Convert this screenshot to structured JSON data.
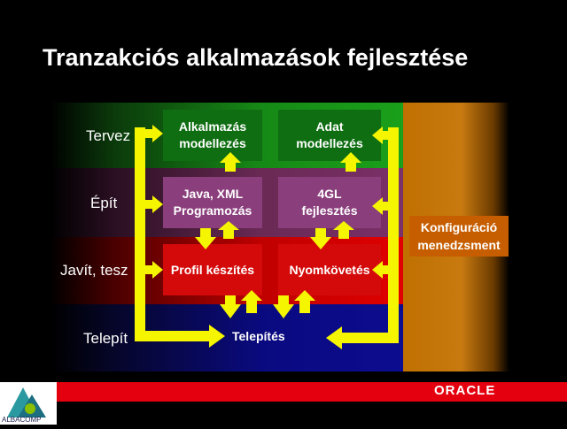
{
  "title": "Tranzakciós alkalmazások fejlesztése",
  "rows": {
    "tervez": "Tervez",
    "epit": "Épít",
    "javit": "Javít, tesz",
    "telepit": "Telepít"
  },
  "boxes": {
    "alkalmazas_line1": "Alkalmazás",
    "alkalmazas_line2": "modellezés",
    "adat_line1": "Adat",
    "adat_line2": "modellezés",
    "java_line1": "Java, XML",
    "java_line2": "Programozás",
    "gl_line1": "4GL",
    "gl_line2": "fejlesztés",
    "profil": "Profil készítés",
    "nyom": "Nyomkövetés",
    "telepites": "Telepítés"
  },
  "config": {
    "line1": "Konfiguráció",
    "line2": "menedzsment"
  },
  "footer": {
    "brand": "ORACLE",
    "logo_text": "ALBACOMP"
  },
  "colors": {
    "arrow": "#f5f500",
    "plan_band": "#1aa01a",
    "build_band": "#7a3068",
    "test_band": "#e00000",
    "deploy_band": "#0c0c90",
    "config": "#c65e00",
    "oracle_red": "#e4000f"
  }
}
